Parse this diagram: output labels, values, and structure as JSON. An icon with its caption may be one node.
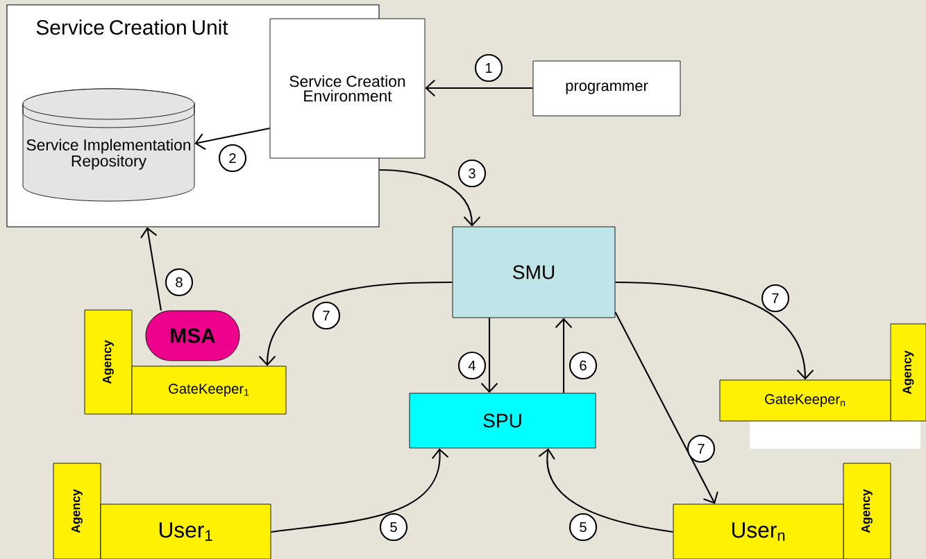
{
  "diagram": {
    "nodes": [
      {
        "text": [
          "Service Creation Unit"
        ]
      },
      {
        "text": [
          "Service Creation Environment"
        ]
      },
      {
        "text": [
          "Service Implementation Repository"
        ],
        "in": 0
      },
      {
        "text": [
          "programmer"
        ]
      },
      {
        "text": [
          "SMU"
        ]
      },
      {
        "text": [
          "SPU"
        ]
      },
      {
        "text": [
          "Agency"
        ]
      },
      {
        "text": [
          "MSA"
        ]
      },
      {
        "text": [
          "GateKeeper$_{1}$"
        ]
      },
      {
        "text": [
          "Agency"
        ]
      },
      {
        "text": [
          "GateKeeper$_{n}$"
        ]
      },
      {
        "text": [
          "Agency"
        ]
      },
      {
        "text": [
          "User$_{1}$"
        ]
      },
      {
        "text": [
          "Agency"
        ]
      },
      {
        "text": [
          "User$_{n}$"
        ]
      }
    ],
    "edges": [
      {
        "from": 3,
        "to": 1,
        "arrow": "to",
        "label": "1"
      },
      {
        "from": 1,
        "to": 2,
        "arrow": "to",
        "label": "2"
      },
      {
        "from": 0,
        "to": 4,
        "arrow": "to",
        "label": "3"
      },
      {
        "from": 4,
        "to": 5,
        "arrow": "to",
        "label": "4"
      },
      {
        "from": 5,
        "to": 4,
        "arrow": "to",
        "label": "6"
      },
      {
        "from": 4,
        "to": 8,
        "arrow": "to",
        "label": "7"
      },
      {
        "from": 4,
        "to": 10,
        "arrow": "to",
        "label": "7"
      },
      {
        "from": 4,
        "to": 14,
        "arrow": "to",
        "label": "7"
      },
      {
        "from": 12,
        "to": 5,
        "arrow": "to",
        "label": "5"
      },
      {
        "from": 14,
        "to": 5,
        "arrow": "to",
        "label": "5"
      },
      {
        "from": 7,
        "to": 0,
        "arrow": "to",
        "label": "8"
      }
    ]
  }
}
